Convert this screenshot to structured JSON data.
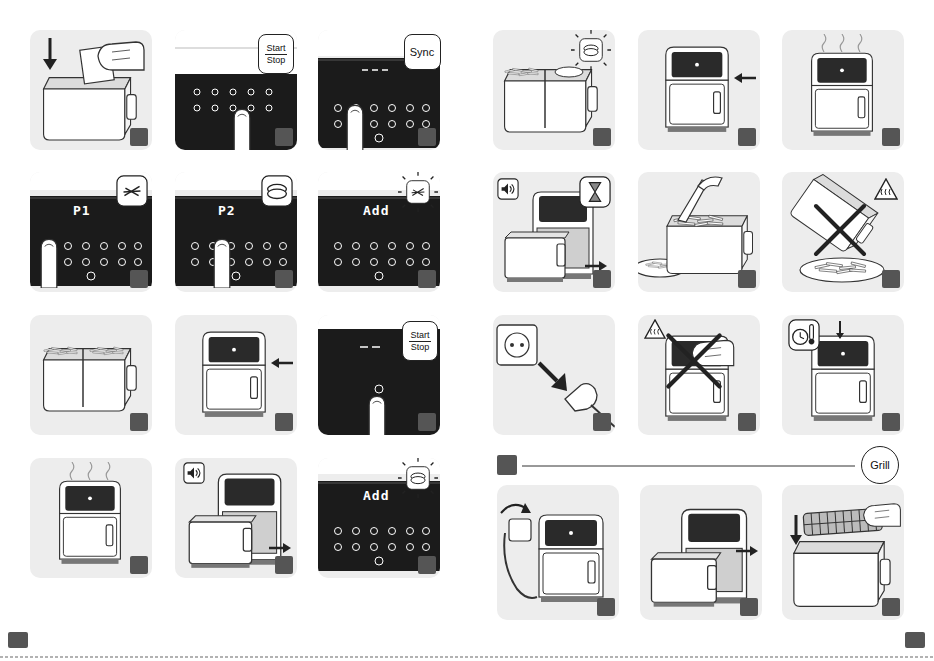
{
  "diagram": {
    "nodes": [
      {
        "text": [
          "Start",
          "Stop"
        ]
      },
      {
        "text": [
          "Sync"
        ]
      },
      {
        "text": [
          "Start",
          "Stop"
        ]
      },
      {
        "text": [
          "Grill"
        ]
      }
    ],
    "labels": [
      "P1",
      "P2",
      "Add",
      "Add"
    ]
  }
}
